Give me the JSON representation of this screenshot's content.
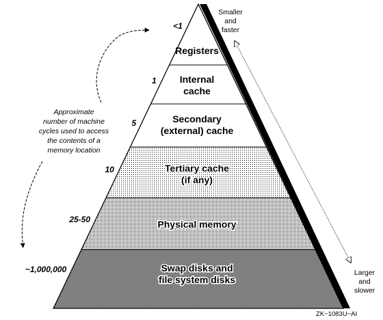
{
  "tiers": [
    {
      "name_lines": [
        "Registers"
      ],
      "cycles": "<1",
      "fill": "none"
    },
    {
      "name_lines": [
        "Internal",
        "cache"
      ],
      "cycles": "1",
      "fill": "none"
    },
    {
      "name_lines": [
        "Secondary",
        "(external) cache"
      ],
      "cycles": "5",
      "fill": "none"
    },
    {
      "name_lines": [
        "Tertiary cache",
        "(if any)"
      ],
      "cycles": "10",
      "fill": "light"
    },
    {
      "name_lines": [
        "Physical memory"
      ],
      "cycles": "25-50",
      "fill": "medium"
    },
    {
      "name_lines": [
        "Swap disks and",
        "file system disks"
      ],
      "cycles": "~1,000,000",
      "fill": "dark"
    }
  ],
  "annotation_lines": [
    "Approximate",
    "number of machine",
    "cycles used to access",
    "the contents of a",
    "memory location"
  ],
  "top_note_lines": [
    "Smaller",
    "and",
    "faster"
  ],
  "bottom_note_lines": [
    "Larger",
    "and",
    "slower"
  ],
  "figure_id": "ZK−1083U−AI"
}
